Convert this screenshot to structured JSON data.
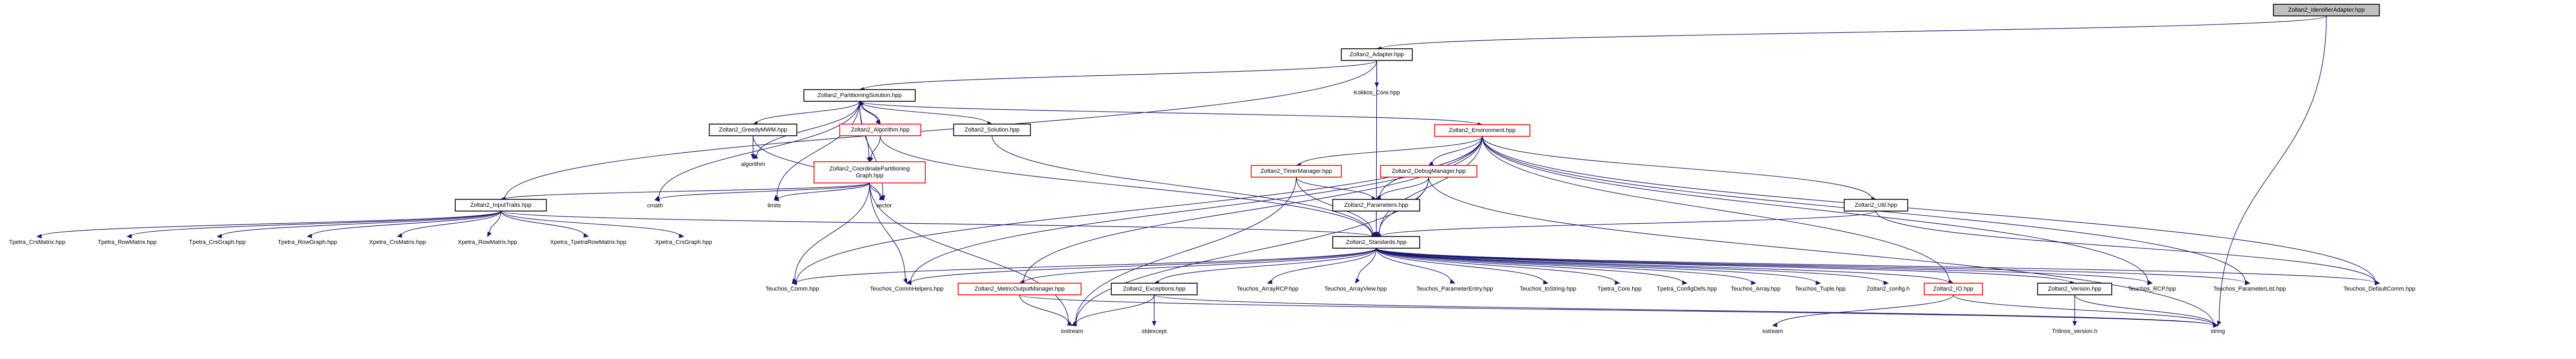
{
  "diagram": {
    "nodes": [
      {
        "id": "n_root",
        "label": "Zoltan2_IdentifierAdapter.hpp",
        "style": "root",
        "interactable": false
      },
      {
        "id": "n_adapter",
        "label": "Zoltan2_Adapter.hpp",
        "style": "doc",
        "interactable": true
      },
      {
        "id": "n_kokkos",
        "label": "Kokkos_Core.hpp",
        "style": "plain",
        "interactable": false
      },
      {
        "id": "n_partsol",
        "label": "Zoltan2_PartitioningSolution.hpp",
        "style": "doc",
        "interactable": true
      },
      {
        "id": "n_greedy",
        "label": "Zoltan2_GreedyMWM.hpp",
        "style": "doc",
        "interactable": true
      },
      {
        "id": "n_algorithm_h",
        "label": "Zoltan2_Algorithm.hpp",
        "style": "undoc",
        "interactable": true
      },
      {
        "id": "n_solution",
        "label": "Zoltan2_Solution.hpp",
        "style": "doc",
        "interactable": true
      },
      {
        "id": "n_environment",
        "label": "Zoltan2_Environment.hpp",
        "style": "undoc",
        "interactable": true
      },
      {
        "id": "n_algorithm",
        "label": "algorithm",
        "style": "plain",
        "interactable": false
      },
      {
        "id": "n_coordgraph",
        "label": "Zoltan2_CoordinatePartitioningGraph.hpp",
        "lines": [
          "Zoltan2_CoordinatePartitioning",
          "Graph.hpp"
        ],
        "style": "undoc",
        "interactable": true
      },
      {
        "id": "n_timer",
        "label": "Zoltan2_TimerManager.hpp",
        "style": "undoc",
        "interactable": true
      },
      {
        "id": "n_debug",
        "label": "Zoltan2_DebugManager.hpp",
        "style": "undoc",
        "interactable": true
      },
      {
        "id": "n_inputtraits",
        "label": "Zoltan2_InputTraits.hpp",
        "style": "doc",
        "interactable": true
      },
      {
        "id": "n_cmath",
        "label": "cmath",
        "style": "plain",
        "interactable": false
      },
      {
        "id": "n_limits",
        "label": "limits",
        "style": "plain",
        "interactable": false
      },
      {
        "id": "n_vector",
        "label": "vector",
        "style": "plain",
        "interactable": false
      },
      {
        "id": "n_params",
        "label": "Zoltan2_Parameters.hpp",
        "style": "doc",
        "interactable": true
      },
      {
        "id": "n_util",
        "label": "Zoltan2_Util.hpp",
        "style": "doc",
        "interactable": true
      },
      {
        "id": "n_tp_crsmatrix",
        "label": "Tpetra_CrsMatrix.hpp",
        "style": "plain",
        "interactable": false
      },
      {
        "id": "n_tp_rowmatrix",
        "label": "Tpetra_RowMatrix.hpp",
        "style": "plain",
        "interactable": false
      },
      {
        "id": "n_tp_crsgraph",
        "label": "Tpetra_CrsGraph.hpp",
        "style": "plain",
        "interactable": false
      },
      {
        "id": "n_tp_rowgraph",
        "label": "Tpetra_RowGraph.hpp",
        "style": "plain",
        "interactable": false
      },
      {
        "id": "n_xp_crsmatrix",
        "label": "Xpetra_CrsMatrix.hpp",
        "style": "plain",
        "interactable": false
      },
      {
        "id": "n_xp_rowmatrix",
        "label": "Xpetra_RowMatrix.hpp",
        "style": "plain",
        "interactable": false
      },
      {
        "id": "n_xp_tprm",
        "label": "Xpetra_TpetraRowMatrix.hpp",
        "style": "plain",
        "interactable": false
      },
      {
        "id": "n_xp_crsgraph",
        "label": "Xpetra_CrsGraph.hpp",
        "style": "plain",
        "interactable": false
      },
      {
        "id": "n_standards",
        "label": "Zoltan2_Standards.hpp",
        "style": "doc",
        "interactable": true
      },
      {
        "id": "n_t_comm",
        "label": "Teuchos_Comm.hpp",
        "style": "plain",
        "interactable": false
      },
      {
        "id": "n_t_commhelpers",
        "label": "Teuchos_CommHelpers.hpp",
        "style": "plain",
        "interactable": false
      },
      {
        "id": "n_metric",
        "label": "Zoltan2_MetricOutputManager.hpp",
        "style": "undoc",
        "interactable": true
      },
      {
        "id": "n_exceptions",
        "label": "Zoltan2_Exceptions.hpp",
        "style": "doc",
        "interactable": true
      },
      {
        "id": "n_t_arrayrcp",
        "label": "Teuchos_ArrayRCP.hpp",
        "style": "plain",
        "interactable": false
      },
      {
        "id": "n_t_arrayview",
        "label": "Teuchos_ArrayView.hpp",
        "style": "plain",
        "interactable": false
      },
      {
        "id": "n_t_paramentry",
        "label": "Teuchos_ParameterEntry.hpp",
        "style": "plain",
        "interactable": false
      },
      {
        "id": "n_t_tostring",
        "label": "Teuchos_toString.hpp",
        "style": "plain",
        "interactable": false
      },
      {
        "id": "n_tp_core",
        "label": "Tpetra_Core.hpp",
        "style": "plain",
        "interactable": false
      },
      {
        "id": "n_tp_configdefs",
        "label": "Tpetra_ConfigDefs.hpp",
        "style": "plain",
        "interactable": false
      },
      {
        "id": "n_t_array",
        "label": "Teuchos_Array.hpp",
        "style": "plain",
        "interactable": false
      },
      {
        "id": "n_t_tuple",
        "label": "Teuchos_Tuple.hpp",
        "style": "plain",
        "interactable": false
      },
      {
        "id": "n_z_config",
        "label": "Zoltan2_config.h",
        "style": "plain",
        "interactable": false
      },
      {
        "id": "n_io",
        "label": "Zoltan2_IO.hpp",
        "style": "undoc",
        "interactable": true
      },
      {
        "id": "n_version",
        "label": "Zoltan2_Version.hpp",
        "style": "doc",
        "interactable": true
      },
      {
        "id": "n_t_rcp",
        "label": "Teuchos_RCP.hpp",
        "style": "plain",
        "interactable": false
      },
      {
        "id": "n_t_paramlist",
        "label": "Teuchos_ParameterList.hpp",
        "style": "plain",
        "interactable": false
      },
      {
        "id": "n_t_defaultcomm",
        "label": "Teuchos_DefaultComm.hpp",
        "style": "plain",
        "interactable": false
      },
      {
        "id": "n_iostream",
        "label": "iostream",
        "style": "plain",
        "interactable": false
      },
      {
        "id": "n_stdexcept",
        "label": "stdexcept",
        "style": "plain",
        "interactable": false
      },
      {
        "id": "n_sstream",
        "label": "sstream",
        "style": "plain",
        "interactable": false
      },
      {
        "id": "n_string",
        "label": "string",
        "style": "plain",
        "interactable": false
      },
      {
        "id": "n_trilinos_version",
        "label": "Trilinos_version.h",
        "style": "plain",
        "interactable": false
      }
    ],
    "edges": [
      [
        "n_root",
        "n_adapter"
      ],
      [
        "n_root",
        "n_string"
      ],
      [
        "n_adapter",
        "n_kokkos"
      ],
      [
        "n_adapter",
        "n_partsol"
      ],
      [
        "n_adapter",
        "n_standards"
      ],
      [
        "n_adapter",
        "n_inputtraits"
      ],
      [
        "n_partsol",
        "n_greedy"
      ],
      [
        "n_partsol",
        "n_algorithm_h"
      ],
      [
        "n_partsol",
        "n_solution"
      ],
      [
        "n_partsol",
        "n_environment"
      ],
      [
        "n_partsol",
        "n_coordgraph"
      ],
      [
        "n_partsol",
        "n_cmath"
      ],
      [
        "n_partsol",
        "n_limits"
      ],
      [
        "n_partsol",
        "n_vector"
      ],
      [
        "n_partsol",
        "n_algorithm"
      ],
      [
        "n_algorithm_h",
        "n_partsol"
      ],
      [
        "n_algorithm_h",
        "n_coordgraph"
      ],
      [
        "n_algorithm_h",
        "n_standards"
      ],
      [
        "n_greedy",
        "n_algorithm"
      ],
      [
        "n_greedy",
        "n_vector"
      ],
      [
        "n_solution",
        "n_standards"
      ],
      [
        "n_coordgraph",
        "n_inputtraits"
      ],
      [
        "n_coordgraph",
        "n_cmath"
      ],
      [
        "n_coordgraph",
        "n_limits"
      ],
      [
        "n_coordgraph",
        "n_vector"
      ],
      [
        "n_coordgraph",
        "n_t_comm"
      ],
      [
        "n_coordgraph",
        "n_t_commhelpers"
      ],
      [
        "n_coordgraph",
        "n_iostream"
      ],
      [
        "n_environment",
        "n_timer"
      ],
      [
        "n_environment",
        "n_debug"
      ],
      [
        "n_environment",
        "n_params"
      ],
      [
        "n_environment",
        "n_util"
      ],
      [
        "n_environment",
        "n_standards"
      ],
      [
        "n_environment",
        "n_metric"
      ],
      [
        "n_environment",
        "n_t_rcp"
      ],
      [
        "n_environment",
        "n_t_paramlist"
      ],
      [
        "n_environment",
        "n_t_defaultcomm"
      ],
      [
        "n_environment",
        "n_t_comm"
      ],
      [
        "n_environment",
        "n_t_commhelpers"
      ],
      [
        "n_environment",
        "n_io"
      ],
      [
        "n_timer",
        "n_params"
      ],
      [
        "n_timer",
        "n_standards"
      ],
      [
        "n_timer",
        "n_iostream"
      ],
      [
        "n_debug",
        "n_params"
      ],
      [
        "n_debug",
        "n_standards"
      ],
      [
        "n_debug",
        "n_iostream"
      ],
      [
        "n_debug",
        "n_string"
      ],
      [
        "n_params",
        "n_standards"
      ],
      [
        "n_util",
        "n_standards"
      ],
      [
        "n_util",
        "n_t_defaultcomm"
      ],
      [
        "n_inputtraits",
        "n_tp_crsmatrix"
      ],
      [
        "n_inputtraits",
        "n_tp_rowmatrix"
      ],
      [
        "n_inputtraits",
        "n_tp_crsgraph"
      ],
      [
        "n_inputtraits",
        "n_tp_rowgraph"
      ],
      [
        "n_inputtraits",
        "n_xp_crsmatrix"
      ],
      [
        "n_inputtraits",
        "n_xp_rowmatrix"
      ],
      [
        "n_inputtraits",
        "n_xp_tprm"
      ],
      [
        "n_inputtraits",
        "n_xp_crsgraph"
      ],
      [
        "n_inputtraits",
        "n_standards"
      ],
      [
        "n_standards",
        "n_t_comm"
      ],
      [
        "n_standards",
        "n_t_commhelpers"
      ],
      [
        "n_standards",
        "n_metric"
      ],
      [
        "n_standards",
        "n_exceptions"
      ],
      [
        "n_standards",
        "n_t_arrayrcp"
      ],
      [
        "n_standards",
        "n_t_arrayview"
      ],
      [
        "n_standards",
        "n_t_paramentry"
      ],
      [
        "n_standards",
        "n_t_tostring"
      ],
      [
        "n_standards",
        "n_tp_core"
      ],
      [
        "n_standards",
        "n_tp_configdefs"
      ],
      [
        "n_standards",
        "n_t_array"
      ],
      [
        "n_standards",
        "n_t_tuple"
      ],
      [
        "n_standards",
        "n_z_config"
      ],
      [
        "n_standards",
        "n_io"
      ],
      [
        "n_standards",
        "n_version"
      ],
      [
        "n_standards",
        "n_t_rcp"
      ],
      [
        "n_standards",
        "n_t_paramlist"
      ],
      [
        "n_standards",
        "n_t_defaultcomm"
      ],
      [
        "n_metric",
        "n_iostream"
      ],
      [
        "n_metric",
        "n_string"
      ],
      [
        "n_exceptions",
        "n_iostream"
      ],
      [
        "n_exceptions",
        "n_stdexcept"
      ],
      [
        "n_exceptions",
        "n_string"
      ],
      [
        "n_io",
        "n_string"
      ],
      [
        "n_io",
        "n_sstream"
      ],
      [
        "n_version",
        "n_string"
      ],
      [
        "n_version",
        "n_trilinos_version"
      ]
    ]
  }
}
